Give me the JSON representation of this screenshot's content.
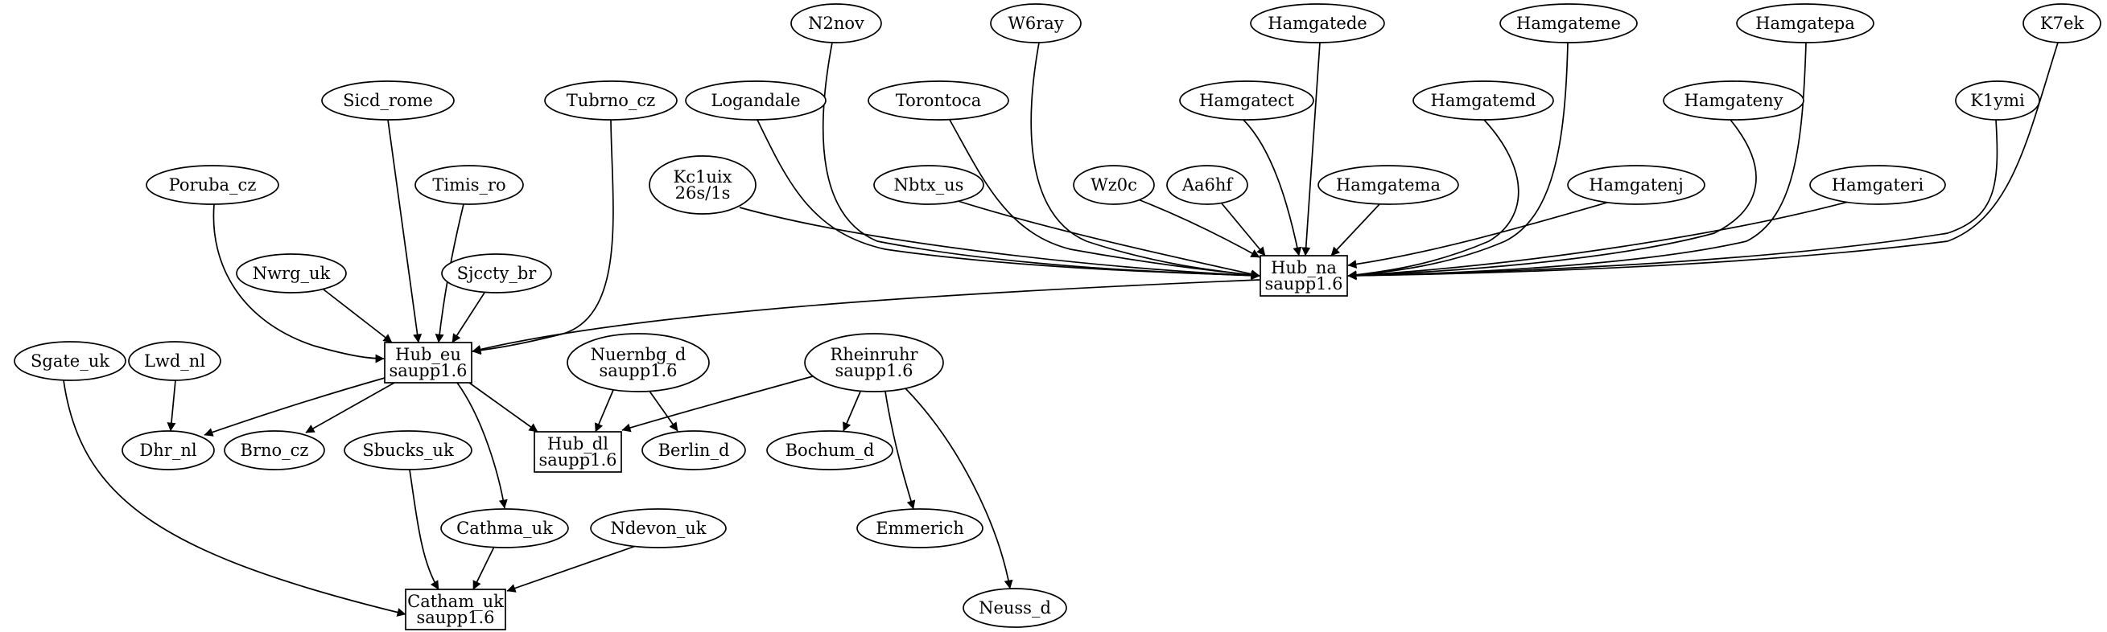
{
  "graph": {
    "nodes": [
      {
        "id": "n2nov",
        "lines": [
          "N2nov"
        ],
        "shape": "ellipse"
      },
      {
        "id": "w6ray",
        "lines": [
          "W6ray"
        ],
        "shape": "ellipse"
      },
      {
        "id": "hamgatede",
        "lines": [
          "Hamgatede"
        ],
        "shape": "ellipse"
      },
      {
        "id": "hamgateme",
        "lines": [
          "Hamgateme"
        ],
        "shape": "ellipse"
      },
      {
        "id": "hamgatepa",
        "lines": [
          "Hamgatepa"
        ],
        "shape": "ellipse"
      },
      {
        "id": "k7ek",
        "lines": [
          "K7ek"
        ],
        "shape": "ellipse"
      },
      {
        "id": "sicd_rome",
        "lines": [
          "Sicd_rome"
        ],
        "shape": "ellipse"
      },
      {
        "id": "tubrno_cz",
        "lines": [
          "Tubrno_cz"
        ],
        "shape": "ellipse"
      },
      {
        "id": "logandale",
        "lines": [
          "Logandale"
        ],
        "shape": "ellipse"
      },
      {
        "id": "torontoca",
        "lines": [
          "Torontoca"
        ],
        "shape": "ellipse"
      },
      {
        "id": "hamgatect",
        "lines": [
          "Hamgatect"
        ],
        "shape": "ellipse"
      },
      {
        "id": "hamgatemd",
        "lines": [
          "Hamgatemd"
        ],
        "shape": "ellipse"
      },
      {
        "id": "hamgateny",
        "lines": [
          "Hamgateny"
        ],
        "shape": "ellipse"
      },
      {
        "id": "k1ymi",
        "lines": [
          "K1ymi"
        ],
        "shape": "ellipse"
      },
      {
        "id": "poruba_cz",
        "lines": [
          "Poruba_cz"
        ],
        "shape": "ellipse"
      },
      {
        "id": "timis_ro",
        "lines": [
          "Timis_ro"
        ],
        "shape": "ellipse"
      },
      {
        "id": "kc1uix",
        "lines": [
          "Kc1uix",
          "26s/1s"
        ],
        "shape": "ellipse"
      },
      {
        "id": "nbtx_us",
        "lines": [
          "Nbtx_us"
        ],
        "shape": "ellipse"
      },
      {
        "id": "wz0c",
        "lines": [
          "Wz0c"
        ],
        "shape": "ellipse"
      },
      {
        "id": "aa6hf",
        "lines": [
          "Aa6hf"
        ],
        "shape": "ellipse"
      },
      {
        "id": "hamgatema",
        "lines": [
          "Hamgatema"
        ],
        "shape": "ellipse"
      },
      {
        "id": "hamgatenj",
        "lines": [
          "Hamgatenj"
        ],
        "shape": "ellipse"
      },
      {
        "id": "hamgateri",
        "lines": [
          "Hamgateri"
        ],
        "shape": "ellipse"
      },
      {
        "id": "nwrg_uk",
        "lines": [
          "Nwrg_uk"
        ],
        "shape": "ellipse"
      },
      {
        "id": "sjccty_br",
        "lines": [
          "Sjccty_br"
        ],
        "shape": "ellipse"
      },
      {
        "id": "hub_na",
        "lines": [
          "Hub_na",
          "saupp1.6"
        ],
        "shape": "box"
      },
      {
        "id": "sgate_uk",
        "lines": [
          "Sgate_uk"
        ],
        "shape": "ellipse"
      },
      {
        "id": "lwd_nl",
        "lines": [
          "Lwd_nl"
        ],
        "shape": "ellipse"
      },
      {
        "id": "hub_eu",
        "lines": [
          "Hub_eu",
          "saupp1.6"
        ],
        "shape": "box"
      },
      {
        "id": "nuernbg_d",
        "lines": [
          "Nuernbg_d",
          "saupp1.6"
        ],
        "shape": "ellipse"
      },
      {
        "id": "rheinruhr",
        "lines": [
          "Rheinruhr",
          "saupp1.6"
        ],
        "shape": "ellipse"
      },
      {
        "id": "dhr_nl",
        "lines": [
          "Dhr_nl"
        ],
        "shape": "ellipse"
      },
      {
        "id": "brno_cz",
        "lines": [
          "Brno_cz"
        ],
        "shape": "ellipse"
      },
      {
        "id": "sbucks_uk",
        "lines": [
          "Sbucks_uk"
        ],
        "shape": "ellipse"
      },
      {
        "id": "hub_dl",
        "lines": [
          "Hub_dl",
          "saupp1.6"
        ],
        "shape": "box"
      },
      {
        "id": "berlin_d",
        "lines": [
          "Berlin_d"
        ],
        "shape": "ellipse"
      },
      {
        "id": "bochum_d",
        "lines": [
          "Bochum_d"
        ],
        "shape": "ellipse"
      },
      {
        "id": "cathma_uk",
        "lines": [
          "Cathma_uk"
        ],
        "shape": "ellipse"
      },
      {
        "id": "ndevon_uk",
        "lines": [
          "Ndevon_uk"
        ],
        "shape": "ellipse"
      },
      {
        "id": "emmerich",
        "lines": [
          "Emmerich"
        ],
        "shape": "ellipse"
      },
      {
        "id": "catham_uk",
        "lines": [
          "Catham_uk",
          "saupp1.6"
        ],
        "shape": "box"
      },
      {
        "id": "neuss_d",
        "lines": [
          "Neuss_d"
        ],
        "shape": "ellipse"
      }
    ],
    "edges": [
      {
        "from": "n2nov",
        "to": "hub_na"
      },
      {
        "from": "w6ray",
        "to": "hub_na"
      },
      {
        "from": "hamgatede",
        "to": "hub_na"
      },
      {
        "from": "hamgateme",
        "to": "hub_na"
      },
      {
        "from": "hamgatepa",
        "to": "hub_na"
      },
      {
        "from": "k7ek",
        "to": "hub_na"
      },
      {
        "from": "logandale",
        "to": "hub_na"
      },
      {
        "from": "torontoca",
        "to": "hub_na"
      },
      {
        "from": "hamgatect",
        "to": "hub_na"
      },
      {
        "from": "hamgatemd",
        "to": "hub_na"
      },
      {
        "from": "hamgateny",
        "to": "hub_na"
      },
      {
        "from": "k1ymi",
        "to": "hub_na"
      },
      {
        "from": "kc1uix",
        "to": "hub_na"
      },
      {
        "from": "nbtx_us",
        "to": "hub_na"
      },
      {
        "from": "wz0c",
        "to": "hub_na"
      },
      {
        "from": "aa6hf",
        "to": "hub_na"
      },
      {
        "from": "hamgatema",
        "to": "hub_na"
      },
      {
        "from": "hamgatenj",
        "to": "hub_na"
      },
      {
        "from": "hamgateri",
        "to": "hub_na"
      },
      {
        "from": "sicd_rome",
        "to": "hub_eu"
      },
      {
        "from": "tubrno_cz",
        "to": "hub_eu"
      },
      {
        "from": "poruba_cz",
        "to": "hub_eu"
      },
      {
        "from": "timis_ro",
        "to": "hub_eu"
      },
      {
        "from": "nwrg_uk",
        "to": "hub_eu"
      },
      {
        "from": "sjccty_br",
        "to": "hub_eu"
      },
      {
        "from": "hub_na",
        "to": "hub_eu"
      },
      {
        "from": "lwd_nl",
        "to": "dhr_nl"
      },
      {
        "from": "hub_eu",
        "to": "dhr_nl"
      },
      {
        "from": "hub_eu",
        "to": "brno_cz"
      },
      {
        "from": "hub_eu",
        "to": "hub_dl"
      },
      {
        "from": "hub_eu",
        "to": "cathma_uk"
      },
      {
        "from": "nuernbg_d",
        "to": "hub_dl"
      },
      {
        "from": "nuernbg_d",
        "to": "berlin_d"
      },
      {
        "from": "rheinruhr",
        "to": "hub_dl"
      },
      {
        "from": "rheinruhr",
        "to": "bochum_d"
      },
      {
        "from": "rheinruhr",
        "to": "emmerich"
      },
      {
        "from": "rheinruhr",
        "to": "neuss_d"
      },
      {
        "from": "sgate_uk",
        "to": "catham_uk"
      },
      {
        "from": "sbucks_uk",
        "to": "catham_uk"
      },
      {
        "from": "cathma_uk",
        "to": "catham_uk"
      },
      {
        "from": "ndevon_uk",
        "to": "catham_uk"
      }
    ]
  }
}
